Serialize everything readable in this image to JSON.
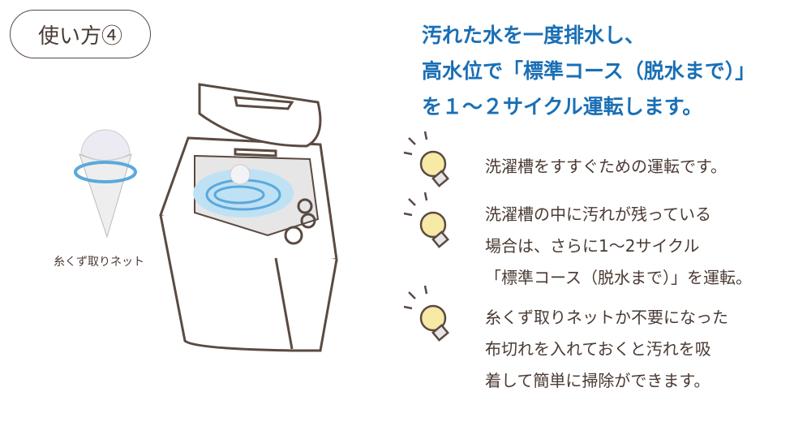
{
  "badge": "使い方④",
  "headline": [
    "汚れた水を一度排水し、",
    "高水位で「標準コース（脱水まで）」",
    "を１～２サイクル運転します。"
  ],
  "net_label": "糸くず取りネット",
  "tips": [
    {
      "lines": [
        "洗濯槽をすすぐための運転です。"
      ]
    },
    {
      "lines": [
        "洗濯槽の中に汚れが残っている",
        "場合は、さらに1～2サイクル",
        "「標準コース（脱水まで）」を運転。"
      ]
    },
    {
      "lines": [
        "糸くず取りネットか不要になった",
        "布切れを入れておくと汚れを吸",
        "着して簡単に掃除ができます。"
      ]
    }
  ],
  "colors": {
    "headline": "#1a6fb5",
    "outline": "#5a4a42",
    "water": "#bfe1f4",
    "bulb": "#f7e9a6"
  }
}
